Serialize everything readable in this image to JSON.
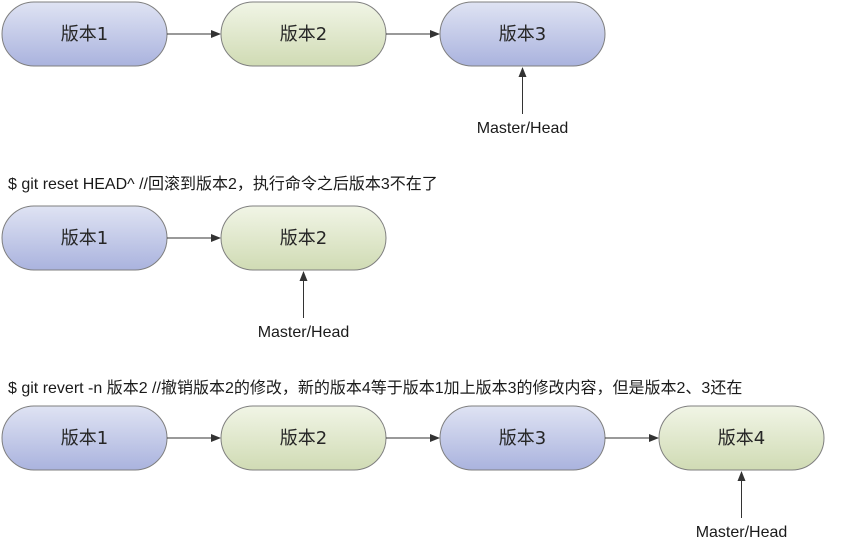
{
  "colors": {
    "blue_light": "#dfe3f3",
    "blue_dark": "#aab3de",
    "green_light": "#f1f5e6",
    "green_dark": "#d0dbb4",
    "stroke": "#7f7f7f",
    "arrow": "#333333"
  },
  "rows": [
    {
      "command": "",
      "nodes": [
        {
          "label": "版本1",
          "color": "blue"
        },
        {
          "label": "版本2",
          "color": "green"
        },
        {
          "label": "版本3",
          "color": "blue"
        }
      ],
      "pointer": {
        "label": "Master/Head",
        "target_index": 2
      }
    },
    {
      "command": "$ git reset HEAD^    //回滚到版本2，执行命令之后版本3不在了",
      "nodes": [
        {
          "label": "版本1",
          "color": "blue"
        },
        {
          "label": "版本2",
          "color": "green"
        }
      ],
      "pointer": {
        "label": "Master/Head",
        "target_index": 1
      }
    },
    {
      "command": "$ git revert -n 版本2   //撤销版本2的修改，新的版本4等于版本1加上版本3的修改内容，但是版本2、3还在",
      "nodes": [
        {
          "label": "版本1",
          "color": "blue"
        },
        {
          "label": "版本2",
          "color": "green"
        },
        {
          "label": "版本3",
          "color": "blue"
        },
        {
          "label": "版本4",
          "color": "green"
        }
      ],
      "pointer": {
        "label": "Master/Head",
        "target_index": 3
      }
    }
  ]
}
